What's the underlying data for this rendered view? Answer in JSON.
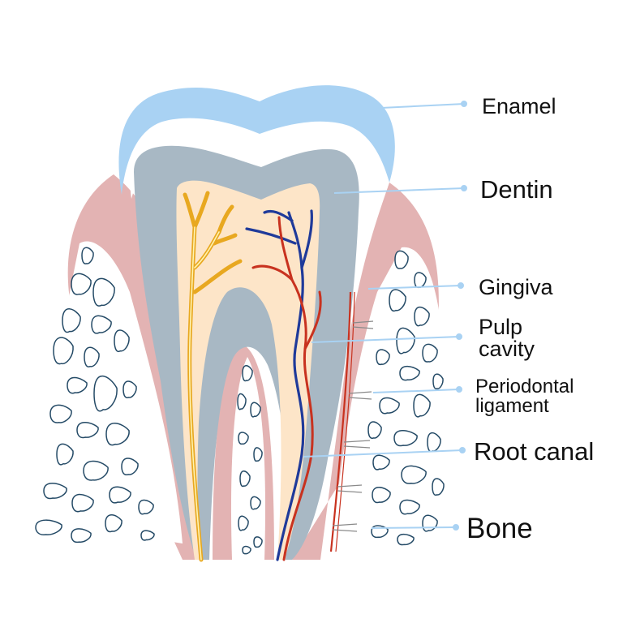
{
  "labels": {
    "enamel": "Enamel",
    "dentin": "Dentin",
    "gingiva": "Gingiva",
    "pulp_line1": "Pulp",
    "pulp_line2": "cavity",
    "pdl_line1": "Periodontal",
    "pdl_line2": "ligament",
    "root_canal": "Root canal",
    "bone": "Bone"
  },
  "colors": {
    "enamel": "#a9d2f3",
    "dentin": "#a8b8c4",
    "pulp": "#fde5c8",
    "gingiva": "#e3b3b3",
    "bone_outline": "#244a66",
    "nerve": "#f2b92c",
    "artery": "#c8321f",
    "vein": "#1f3a9a",
    "leader_line": "#a9d2f3"
  }
}
